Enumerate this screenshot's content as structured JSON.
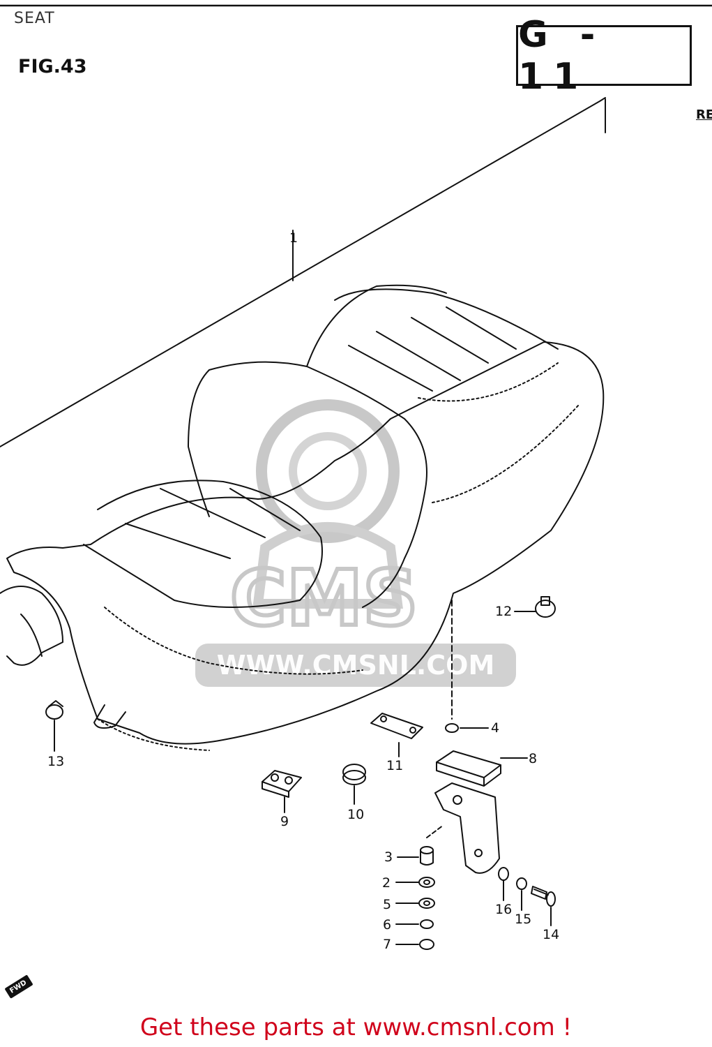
{
  "header": {
    "section": "SEAT"
  },
  "figure": {
    "label": "FIG.43",
    "group_code": "G - 11",
    "ref_fragment": "RE"
  },
  "fwd_tag": "FWD",
  "watermark": {
    "text": "WWW.CMSNL.COM"
  },
  "footer": {
    "cta": "Get these parts at www.cmsnl.com !"
  },
  "callouts": [
    "1",
    "2",
    "3",
    "4",
    "5",
    "6",
    "7",
    "8",
    "9",
    "10",
    "11",
    "12",
    "13",
    "14",
    "15",
    "16"
  ],
  "colors": {
    "ink": "#111111",
    "footer_red": "#d0021b"
  },
  "icons": [
    "fwd-arrow-icon",
    "seat-illustration",
    "bracket-illustration",
    "washer-icon",
    "cushion-icon",
    "bolt-icon"
  ]
}
